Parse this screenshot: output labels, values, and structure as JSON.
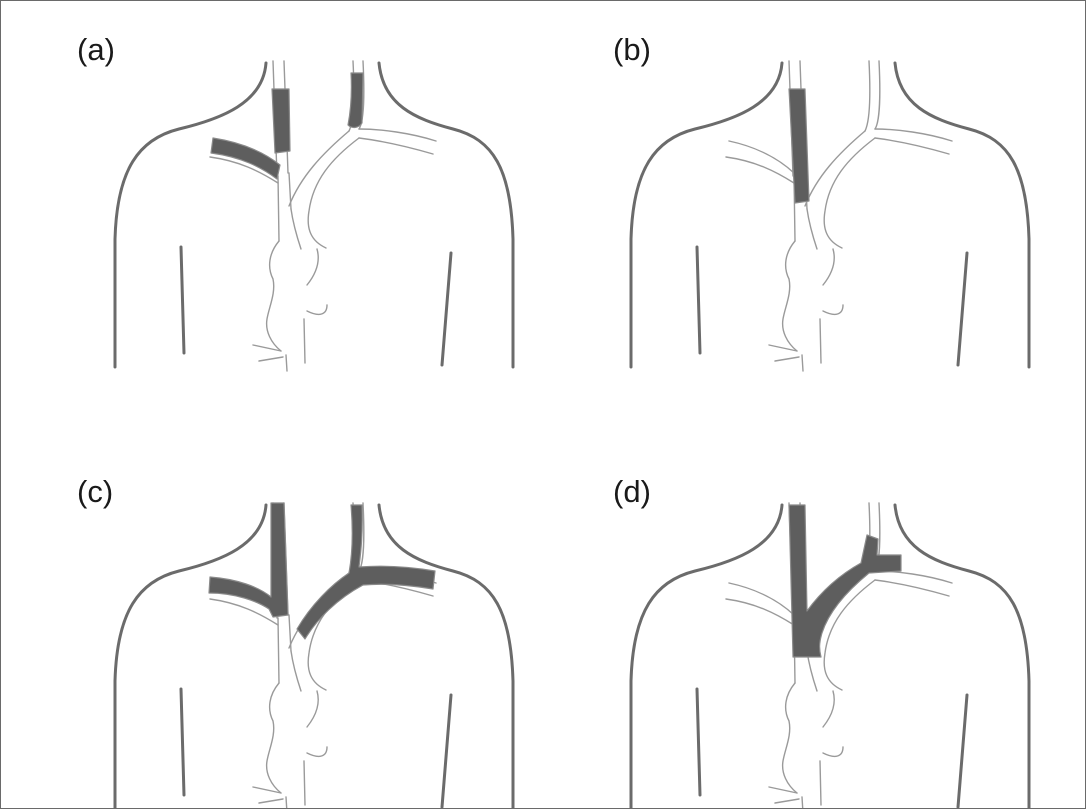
{
  "panels": [
    {
      "id": "a",
      "label": "(a)"
    },
    {
      "id": "b",
      "label": "(b)"
    },
    {
      "id": "c",
      "label": "(c)"
    },
    {
      "id": "d",
      "label": "(d)"
    }
  ],
  "colors": {
    "outline": "#6b6b6b",
    "vessel": "#9a9a9a",
    "occlusion": "#5e5e5e",
    "background": "#ffffff"
  }
}
